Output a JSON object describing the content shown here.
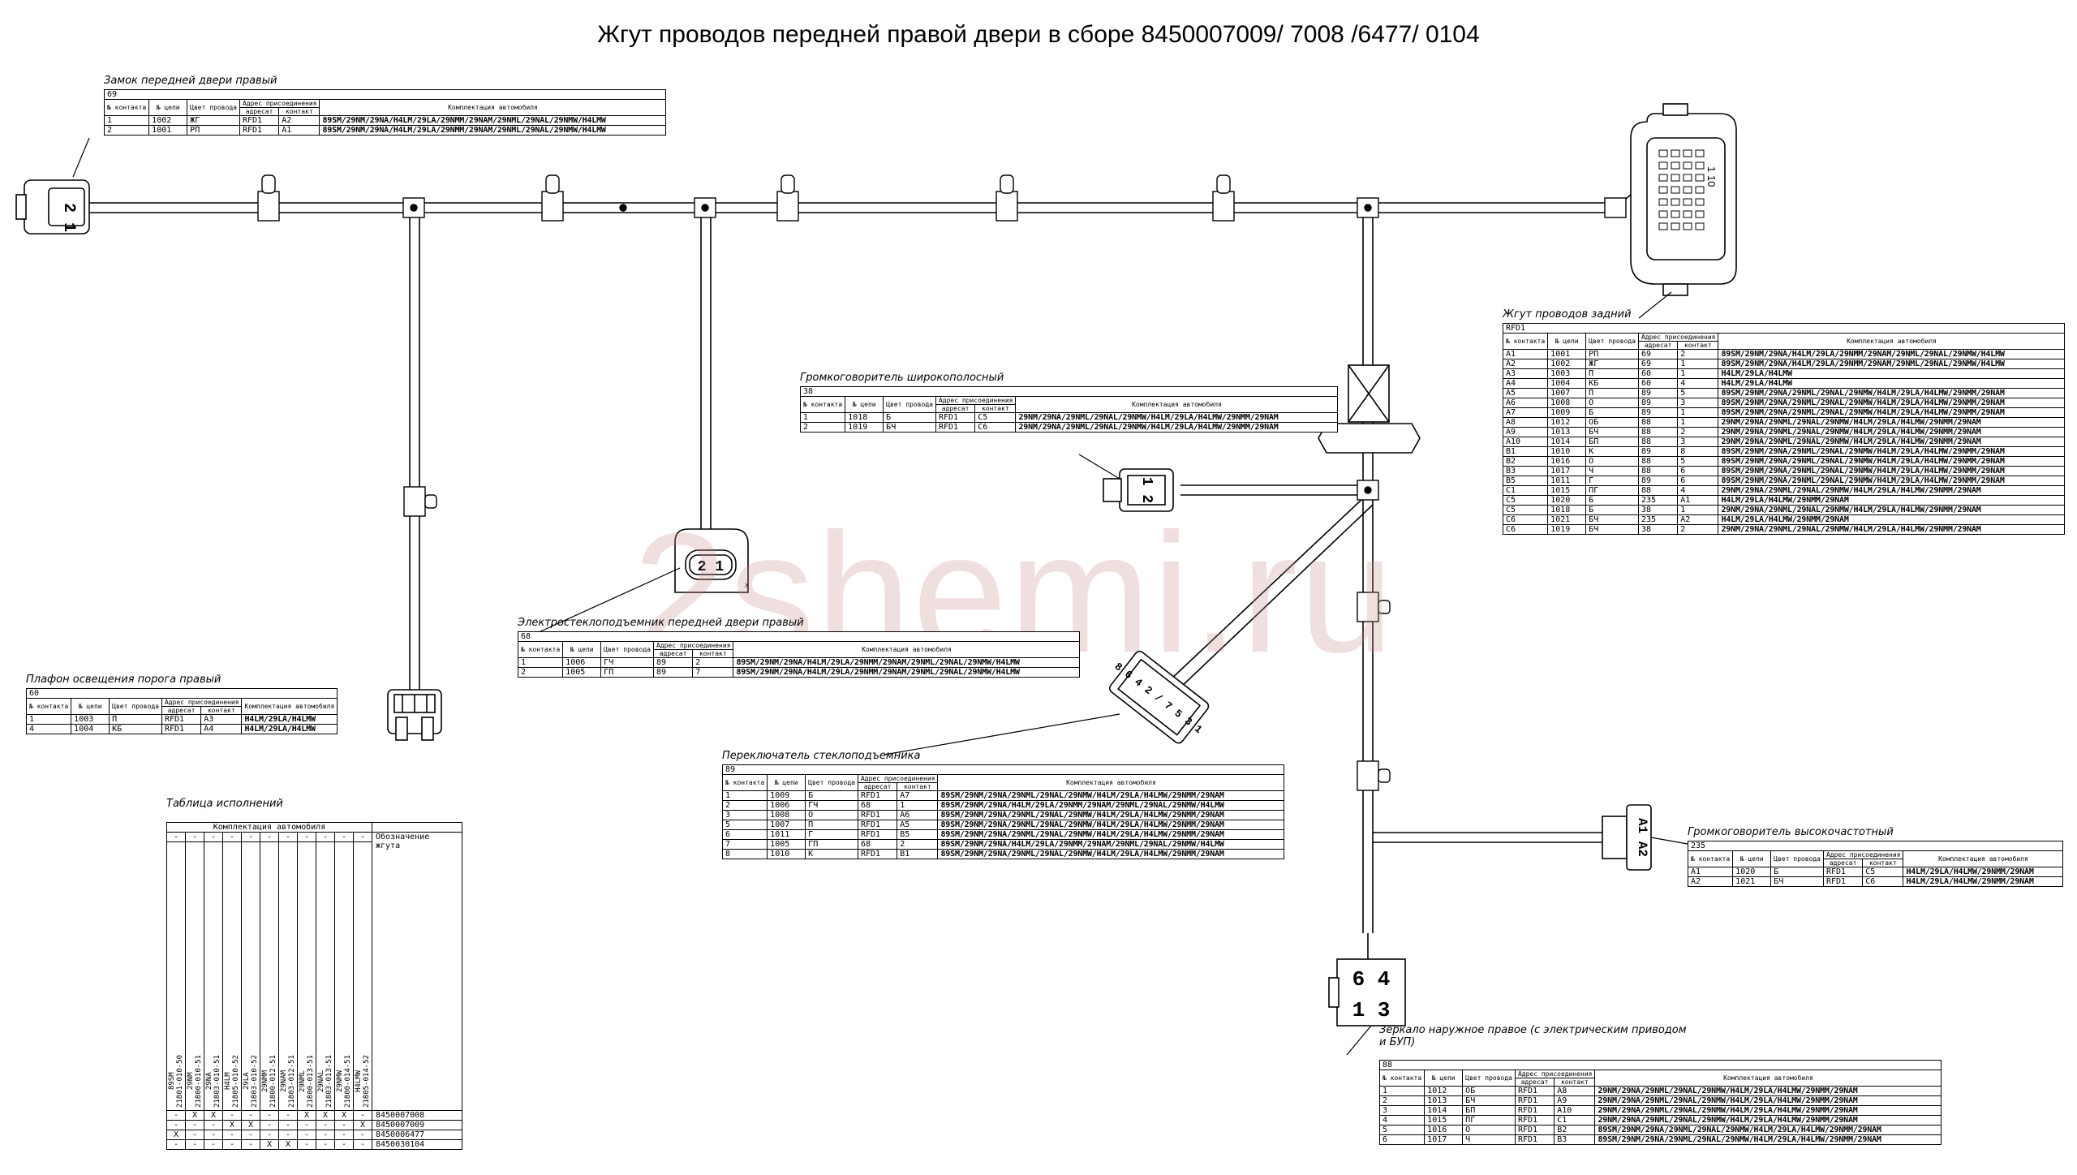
{
  "title": "Жгут проводов передней правой двери в сборе 8450007009/ 7008 /6477/ 0104",
  "watermark": "2shemi.ru",
  "hdr": {
    "contact_no": "№ контакта",
    "chain_no": "№ цепи",
    "wire_color": "Цвет провода",
    "join_addr": "Адрес присоединения",
    "addressee": "адресат",
    "contact": "контакт",
    "equipment": "Комплектация автомобиля"
  },
  "connectors": [
    {
      "id": "c69",
      "caption": "Замок передней двери правый",
      "code": "69",
      "rows": [
        [
          "1",
          "1002",
          "ЖГ",
          "RFD1",
          "A2",
          "89SM/29NM/29NA/H4LM/29LA/29NMM/29NAM/29NML/29NAL/29NMW/H4LMW"
        ],
        [
          "2",
          "1001",
          "РП",
          "RFD1",
          "A1",
          "89SM/29NM/29NA/H4LM/29LA/29NMM/29NAM/29NML/29NAL/29NMW/H4LMW"
        ]
      ]
    },
    {
      "id": "cRFD1",
      "caption": "Жгут проводов задний",
      "code": "RFD1",
      "rows": [
        [
          "A1",
          "1001",
          "РП",
          "69",
          "2",
          "89SM/29NM/29NA/H4LM/29LA/29NMM/29NAM/29NML/29NAL/29NMW/H4LMW"
        ],
        [
          "A2",
          "1002",
          "ЖГ",
          "69",
          "1",
          "89SM/29NM/29NA/H4LM/29LA/29NMM/29NAM/29NML/29NAL/29NMW/H4LMW"
        ],
        [
          "A3",
          "1003",
          "П",
          "60",
          "1",
          "H4LM/29LA/H4LMW"
        ],
        [
          "A4",
          "1004",
          "КБ",
          "60",
          "4",
          "H4LM/29LA/H4LMW"
        ],
        [
          "A5",
          "1007",
          "П",
          "89",
          "5",
          "89SM/29NM/29NA/29NML/29NAL/29NMW/H4LM/29LA/H4LMW/29NMM/29NAM"
        ],
        [
          "A6",
          "1008",
          "О",
          "89",
          "3",
          "89SM/29NM/29NA/29NML/29NAL/29NMW/H4LM/29LA/H4LMW/29NMM/29NAM"
        ],
        [
          "A7",
          "1009",
          "Б",
          "89",
          "1",
          "89SM/29NM/29NA/29NML/29NAL/29NMW/H4LM/29LA/H4LMW/29NMM/29NAM"
        ],
        [
          "A8",
          "1012",
          "ОБ",
          "88",
          "1",
          "29NM/29NA/29NML/29NAL/29NMW/H4LM/29LA/H4LMW/29NMM/29NAM"
        ],
        [
          "A9",
          "1013",
          "БЧ",
          "88",
          "2",
          "29NM/29NA/29NML/29NAL/29NMW/H4LM/29LA/H4LMW/29NMM/29NAM"
        ],
        [
          "A10",
          "1014",
          "БП",
          "88",
          "3",
          "29NM/29NA/29NML/29NAL/29NMW/H4LM/29LA/H4LMW/29NMM/29NAM"
        ],
        [
          "B1",
          "1010",
          "К",
          "89",
          "8",
          "89SM/29NM/29NA/29NML/29NAL/29NMW/H4LM/29LA/H4LMW/29NMM/29NAM"
        ],
        [
          "B2",
          "1016",
          "О",
          "88",
          "5",
          "89SM/29NM/29NA/29NML/29NAL/29NMW/H4LM/29LA/H4LMW/29NMM/29NAM"
        ],
        [
          "B3",
          "1017",
          "Ч",
          "88",
          "6",
          "89SM/29NM/29NA/29NML/29NAL/29NMW/H4LM/29LA/H4LMW/29NMM/29NAM"
        ],
        [
          "B5",
          "1011",
          "Г",
          "89",
          "6",
          "89SM/29NM/29NA/29NML/29NAL/29NMW/H4LM/29LA/H4LMW/29NMM/29NAM"
        ],
        [
          "C1",
          "1015",
          "ПГ",
          "88",
          "4",
          "29NM/29NA/29NML/29NAL/29NMW/H4LM/29LA/H4LMW/29NMM/29NAM"
        ],
        [
          "C5",
          "1020",
          "Б",
          "235",
          "A1",
          "H4LM/29LA/H4LMW/29NMM/29NAM"
        ],
        [
          "C5",
          "1018",
          "Б",
          "38",
          "1",
          "29NM/29NA/29NML/29NAL/29NMW/H4LM/29LA/H4LMW/29NMM/29NAM"
        ],
        [
          "C6",
          "1021",
          "БЧ",
          "235",
          "A2",
          "H4LM/29LA/H4LMW/29NMM/29NAM"
        ],
        [
          "C6",
          "1019",
          "БЧ",
          "38",
          "2",
          "29NM/29NA/29NML/29NAL/29NMW/H4LM/29LA/H4LMW/29NMM/29NAM"
        ]
      ]
    },
    {
      "id": "c38",
      "caption": "Громкоговоритель широкополосный",
      "code": "38",
      "rows": [
        [
          "1",
          "1018",
          "Б",
          "RFD1",
          "C5",
          "29NM/29NA/29NML/29NAL/29NMW/H4LM/29LA/H4LMW/29NMM/29NAM"
        ],
        [
          "2",
          "1019",
          "БЧ",
          "RFD1",
          "C6",
          "29NM/29NA/29NML/29NAL/29NMW/H4LM/29LA/H4LMW/29NMM/29NAM"
        ]
      ]
    },
    {
      "id": "c68",
      "caption": "Электростеклоподъемник передней двери правый",
      "code": "68",
      "rows": [
        [
          "1",
          "1006",
          "ГЧ",
          "89",
          "2",
          "89SM/29NM/29NA/H4LM/29LA/29NMM/29NAM/29NML/29NAL/29NMW/H4LMW"
        ],
        [
          "2",
          "1005",
          "ГП",
          "89",
          "7",
          "89SM/29NM/29NA/H4LM/29LA/29NMM/29NAM/29NML/29NAL/29NMW/H4LMW"
        ]
      ]
    },
    {
      "id": "c60",
      "caption": "Плафон освещения порога правый",
      "code": "60",
      "rows": [
        [
          "1",
          "1003",
          "П",
          "RFD1",
          "A3",
          "H4LM/29LA/H4LMW"
        ],
        [
          "4",
          "1004",
          "КБ",
          "RFD1",
          "A4",
          "H4LM/29LA/H4LMW"
        ]
      ]
    },
    {
      "id": "c89",
      "caption": "Переключатель стеклоподъемника",
      "code": "89",
      "rows": [
        [
          "1",
          "1009",
          "Б",
          "RFD1",
          "A7",
          "89SM/29NM/29NA/29NML/29NAL/29NMW/H4LM/29LA/H4LMW/29NMM/29NAM"
        ],
        [
          "2",
          "1006",
          "ГЧ",
          "68",
          "1",
          "89SM/29NM/29NA/H4LM/29LA/29NMM/29NAM/29NML/29NAL/29NMW/H4LMW"
        ],
        [
          "3",
          "1008",
          "О",
          "RFD1",
          "A6",
          "89SM/29NM/29NA/29NML/29NAL/29NMW/H4LM/29LA/H4LMW/29NMM/29NAM"
        ],
        [
          "5",
          "1007",
          "П",
          "RFD1",
          "A5",
          "89SM/29NM/29NA/29NML/29NAL/29NMW/H4LM/29LA/H4LMW/29NMM/29NAM"
        ],
        [
          "6",
          "1011",
          "Г",
          "RFD1",
          "B5",
          "89SM/29NM/29NA/29NML/29NAL/29NMW/H4LM/29LA/H4LMW/29NMM/29NAM"
        ],
        [
          "7",
          "1005",
          "ГП",
          "68",
          "2",
          "89SM/29NM/29NA/H4LM/29LA/29NMM/29NAM/29NML/29NAL/29NMW/H4LMW"
        ],
        [
          "8",
          "1010",
          "К",
          "RFD1",
          "B1",
          "89SM/29NM/29NA/29NML/29NAL/29NMW/H4LM/29LA/H4LMW/29NMM/29NAM"
        ]
      ]
    },
    {
      "id": "c235",
      "caption": "Громкоговоритель высокочастотный",
      "code": "235",
      "rows": [
        [
          "A1",
          "1020",
          "Б",
          "RFD1",
          "C5",
          "H4LM/29LA/H4LMW/29NMM/29NAM"
        ],
        [
          "A2",
          "1021",
          "БЧ",
          "RFD1",
          "C6",
          "H4LM/29LA/H4LMW/29NMM/29NAM"
        ]
      ]
    },
    {
      "id": "c88",
      "caption": "Зеркало наружное правое (с электрическим приводом и БУП)",
      "code": "88",
      "rows": [
        [
          "1",
          "1012",
          "ОБ",
          "RFD1",
          "A8",
          "29NM/29NA/29NML/29NAL/29NMW/H4LM/29LA/H4LMW/29NMM/29NAM"
        ],
        [
          "2",
          "1013",
          "БЧ",
          "RFD1",
          "A9",
          "29NM/29NA/29NML/29NAL/29NMW/H4LM/29LA/H4LMW/29NMM/29NAM"
        ],
        [
          "3",
          "1014",
          "БП",
          "RFD1",
          "A10",
          "29NM/29NA/29NML/29NAL/29NMW/H4LM/29LA/H4LMW/29NMM/29NAM"
        ],
        [
          "4",
          "1015",
          "ПГ",
          "RFD1",
          "C1",
          "29NM/29NA/29NML/29NAL/29NMW/H4LM/29LA/H4LMW/29NMM/29NAM"
        ],
        [
          "5",
          "1016",
          "О",
          "RFD1",
          "B2",
          "89SM/29NM/29NA/29NML/29NAL/29NMW/H4LM/29LA/H4LMW/29NMM/29NAM"
        ],
        [
          "6",
          "1017",
          "Ч",
          "RFD1",
          "B3",
          "89SM/29NM/29NA/29NML/29NAL/29NMW/H4LM/29LA/H4LMW/29NMM/29NAM"
        ]
      ]
    }
  ],
  "connector_pins": {
    "p69": "2 1",
    "p38": "1 2",
    "p68": "2 1",
    "p68_x": "x",
    "p235": "A1 A2",
    "p88_top": "6 4",
    "p88_bot": "1 3",
    "p89": "8 6 4 2 / 7 5 3 1",
    "pRFD1": "1 10"
  },
  "variants": {
    "caption": "Таблица исполнений",
    "group_header": "Комплектация автомобиля",
    "designation_header": "Обозначение жгута",
    "dash": "-",
    "columns": [
      "89SM\n21801-010-50",
      "29NM\n21800-010-51",
      "29NA\n21803-010-51",
      "H4LM\n21805-010-52",
      "29LA\n21803-010-52",
      "29NMM\n21800-012-51",
      "29NAM\n21803-012-51",
      "29NML\n21800-013-51",
      "29NAL\n21803-013-51",
      "29NMW\n21800-014-51",
      "H4LMW\n21805-014-52"
    ],
    "rows": [
      {
        "marks": [
          "-",
          "X",
          "X",
          "-",
          "-",
          "-",
          "-",
          "X",
          "X",
          "X",
          "-"
        ],
        "code": "8450007008"
      },
      {
        "marks": [
          "-",
          "-",
          "-",
          "X",
          "X",
          "-",
          "-",
          "-",
          "-",
          "-",
          "X"
        ],
        "code": "8450007009"
      },
      {
        "marks": [
          "X",
          "-",
          "-",
          "-",
          "-",
          "-",
          "-",
          "-",
          "-",
          "-",
          "-"
        ],
        "code": "8450006477"
      },
      {
        "marks": [
          "-",
          "-",
          "-",
          "-",
          "-",
          "X",
          "X",
          "-",
          "-",
          "-",
          "-"
        ],
        "code": "8450030104"
      }
    ]
  }
}
